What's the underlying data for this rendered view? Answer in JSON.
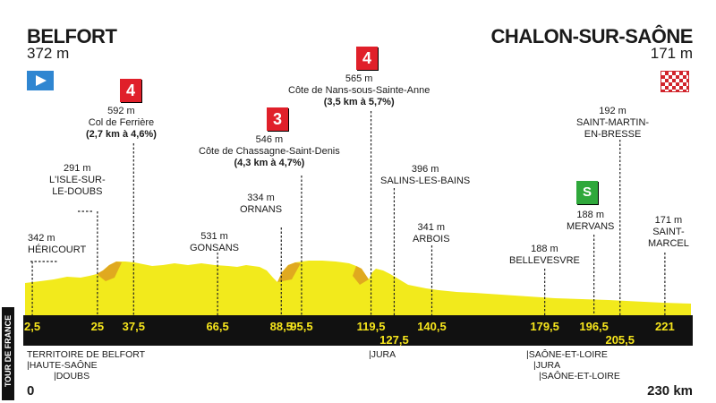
{
  "start": {
    "name": "BELFORT",
    "elevation": "372 m"
  },
  "finish": {
    "name": "CHALON-SUR-SAÔNE",
    "elevation": "171 m"
  },
  "colors": {
    "profile_fill": "#f2ea1c",
    "profile_shade": "#e0a91f",
    "km_bar": "#111111",
    "km_text": "#f7e61c",
    "climb_badge": "#e0202a",
    "sprint_badge": "#2fa83b"
  },
  "points": [
    {
      "km": 2.5,
      "km_label": "2,5",
      "lines": [
        "342 m",
        "HÉRICOURT"
      ]
    },
    {
      "km": 25,
      "km_label": "25",
      "lines": [
        "291 m",
        "L'ISLE-SUR-",
        "LE-DOUBS"
      ]
    },
    {
      "km": 37.5,
      "km_label": "37,5",
      "lines": [
        "592 m",
        "Col de Ferrière",
        "(2,7 km à 4,6%)"
      ],
      "badge": "4"
    },
    {
      "km": 66.5,
      "km_label": "66,5",
      "lines": [
        "531 m",
        "GONSANS"
      ]
    },
    {
      "km": 88.5,
      "km_label": "88,5",
      "lines": [
        "334 m",
        "ORNANS"
      ]
    },
    {
      "km": 95.5,
      "km_label": "95,5",
      "lines": [
        "546 m",
        "Côte de Chassagne-Saint-Denis",
        "(4,3 km à 4,7%)"
      ],
      "badge": "3"
    },
    {
      "km": 119.5,
      "km_label": "119,5",
      "lines": [
        "565 m",
        "Côte de Nans-sous-Sainte-Anne",
        "(3,5 km à 5,7%)"
      ],
      "badge": "4"
    },
    {
      "km": 127.5,
      "km_label": "127,5",
      "lines": [
        "396 m",
        "SALINS-LES-BAINS"
      ]
    },
    {
      "km": 140.5,
      "km_label": "140,5",
      "lines": [
        "341 m",
        "ARBOIS"
      ]
    },
    {
      "km": 179.5,
      "km_label": "179,5",
      "lines": [
        "188 m",
        "BELLEVESVRE"
      ]
    },
    {
      "km": 196.5,
      "km_label": "196,5",
      "lines": [
        "188 m",
        "MERVANS"
      ],
      "badge": "S"
    },
    {
      "km": 205.5,
      "km_label": "205,5",
      "lines": [
        "192 m",
        "SAINT-MARTIN-",
        "EN-BRESSE"
      ]
    },
    {
      "km": 221,
      "km_label": "221",
      "lines": [
        "171 m",
        "SAINT-",
        "MARCEL"
      ]
    }
  ],
  "departments": {
    "left": [
      "TERRITOIRE DE BELFORT",
      "|HAUTE-SAÔNE",
      "|DOUBS"
    ],
    "middle": [
      "|JURA"
    ],
    "right": [
      "|SAÔNE-ET-LOIRE",
      "|JURA",
      "|SAÔNE-ET-LOIRE"
    ]
  },
  "distance": {
    "start": "0",
    "end": "230 km"
  },
  "brand": "TOUR DE FRANCE"
}
